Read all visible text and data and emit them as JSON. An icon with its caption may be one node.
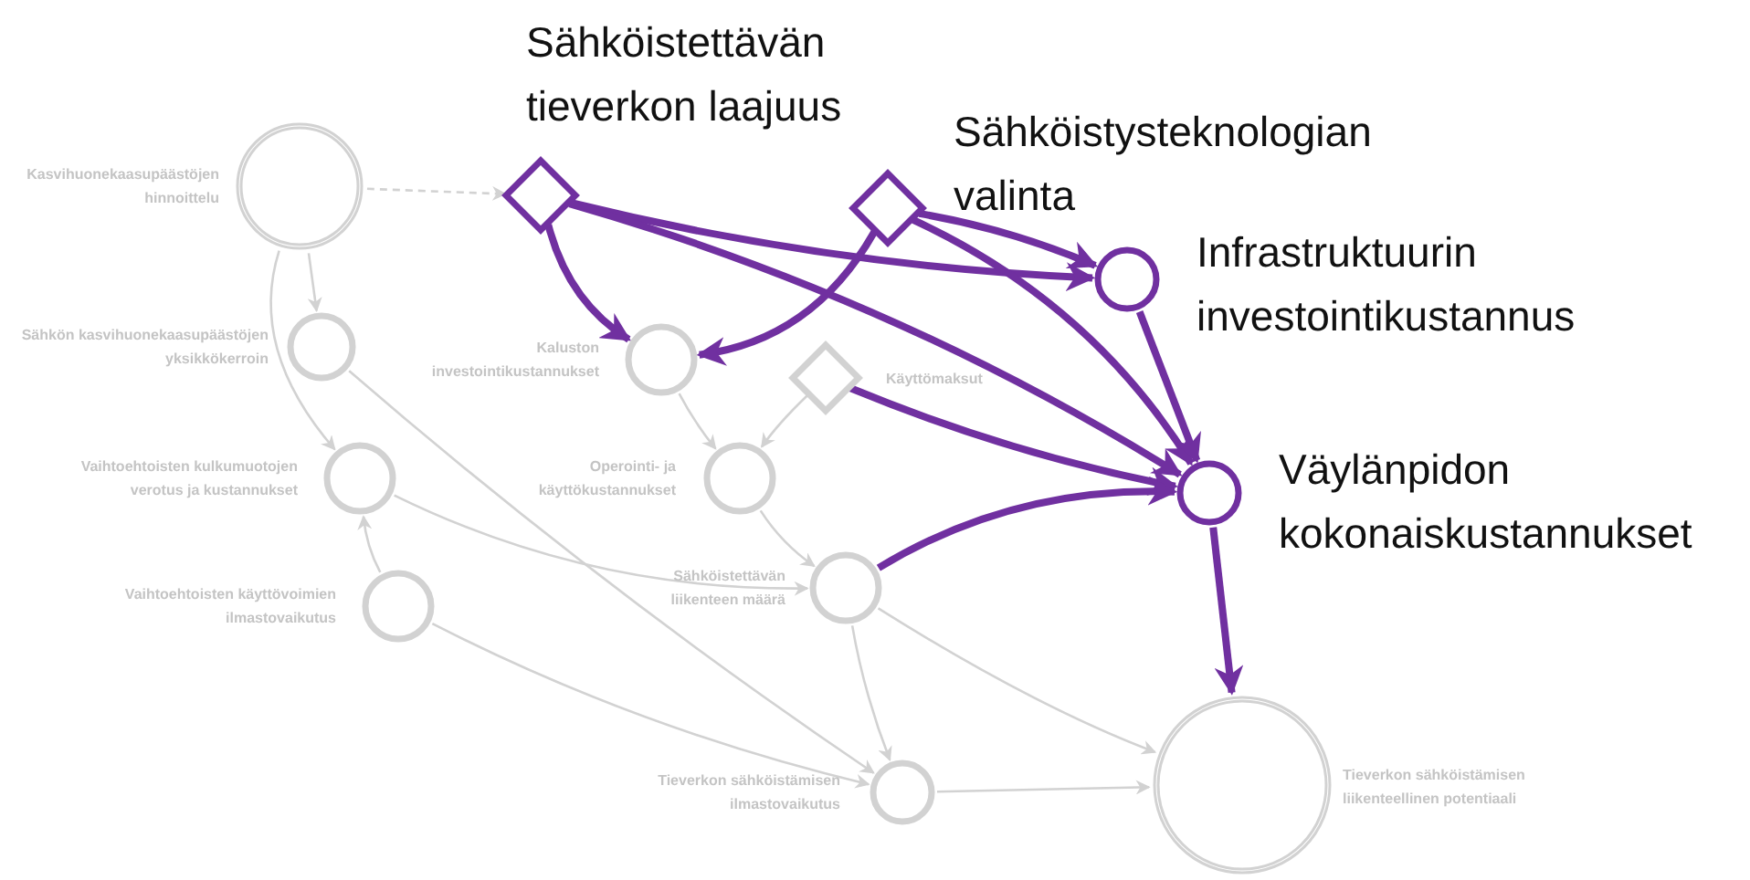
{
  "diagram": {
    "nodes": [
      {
        "text": [
          "Kasvihuonekaasupäästöjen hinnoittelu"
        ]
      },
      {
        "text": [
          "Sähköistettävän tieverkon laajuus"
        ]
      },
      {
        "text": [
          "Sähköistysteknologian valinta"
        ]
      },
      {
        "text": [
          "Infrastruktuurin investointikustannus"
        ]
      },
      {
        "text": [
          "Sähkön kasvihuonekaasupäästöjen yksikkökerroin"
        ]
      },
      {
        "text": [
          "Kaluston investointikustannukset"
        ]
      },
      {
        "text": [
          "Käyttömaksut"
        ]
      },
      {
        "text": [
          "Vaihtoehtoisten kulkumuotojen verotus ja kustannukset"
        ]
      },
      {
        "text": [
          "Operointi- ja käyttökustannukset"
        ]
      },
      {
        "text": [
          "Väylänpidon kokonaiskustannukset"
        ]
      },
      {
        "text": [
          "Vaihtoehtoisten käyttövoimien ilmastovaikutus"
        ]
      },
      {
        "text": [
          "Sähköistettävän liikenteen määrä"
        ]
      },
      {
        "text": [
          "Tieverkon sähköistämisen ilmastovaikutus"
        ]
      },
      {
        "text": [
          "Tieverkon sähköistämisen liikenteellinen potentiaali"
        ]
      }
    ],
    "edges": [
      {
        "from": 0,
        "to": 1,
        "arrow": "to",
        "style": "dashed"
      },
      {
        "from": 0,
        "to": 4,
        "arrow": "to"
      },
      {
        "from": 0,
        "to": 7,
        "arrow": "to"
      },
      {
        "from": 4,
        "to": 12,
        "arrow": "to"
      },
      {
        "from": 10,
        "to": 7,
        "arrow": "to"
      },
      {
        "from": 7,
        "to": 11,
        "arrow": "to"
      },
      {
        "from": 10,
        "to": 12,
        "arrow": "to"
      },
      {
        "from": 5,
        "to": 8,
        "arrow": "to"
      },
      {
        "from": 6,
        "to": 8,
        "arrow": "to"
      },
      {
        "from": 8,
        "to": 11,
        "arrow": "to"
      },
      {
        "from": 11,
        "to": 12,
        "arrow": "to"
      },
      {
        "from": 11,
        "to": 13,
        "arrow": "to"
      },
      {
        "from": 12,
        "to": 13,
        "arrow": "to"
      },
      {
        "from": 1,
        "to": 5,
        "arrow": "to",
        "style": "thick",
        "color": "#7030a0"
      },
      {
        "from": 1,
        "to": 3,
        "arrow": "to",
        "style": "thick",
        "color": "#7030a0"
      },
      {
        "from": 1,
        "to": 9,
        "arrow": "to",
        "style": "thick",
        "color": "#7030a0"
      },
      {
        "from": 2,
        "to": 5,
        "arrow": "to",
        "style": "thick",
        "color": "#7030a0"
      },
      {
        "from": 2,
        "to": 3,
        "arrow": "to",
        "style": "thick",
        "color": "#7030a0"
      },
      {
        "from": 2,
        "to": 9,
        "arrow": "to",
        "style": "thick",
        "color": "#7030a0"
      },
      {
        "from": 3,
        "to": 9,
        "arrow": "to",
        "style": "thick",
        "color": "#7030a0"
      },
      {
        "from": 6,
        "to": 9,
        "arrow": "to",
        "style": "thick",
        "color": "#7030a0"
      },
      {
        "from": 11,
        "to": 9,
        "arrow": "to",
        "style": "thick",
        "color": "#7030a0"
      },
      {
        "from": 9,
        "to": 13,
        "arrow": "to",
        "style": "thick",
        "color": "#7030a0"
      }
    ]
  }
}
